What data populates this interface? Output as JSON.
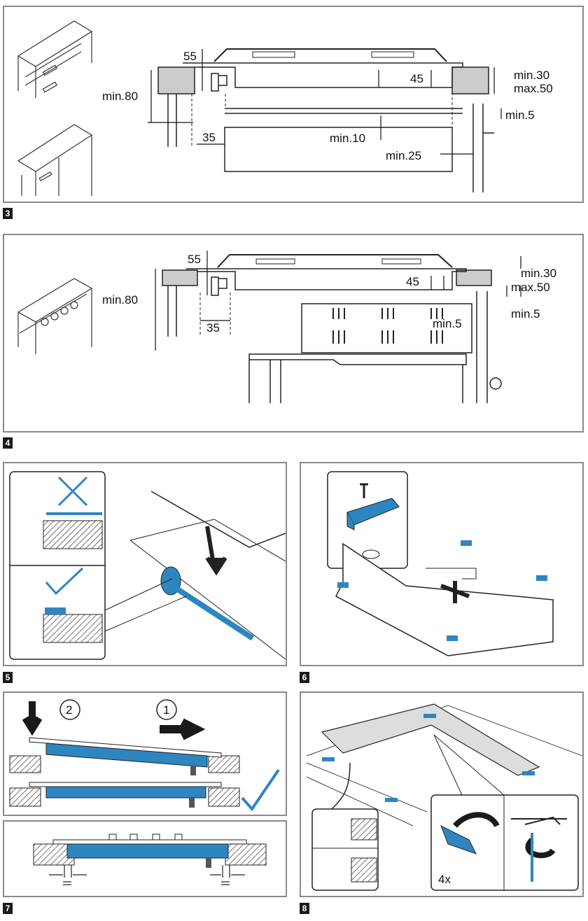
{
  "figures": [
    {
      "number": "3",
      "labels": {
        "d55": "55",
        "min80": "min.80",
        "d45": "45",
        "min30": "min.30",
        "max50": "max.50",
        "min5": "min.5",
        "d35": "35",
        "min10": "min.10",
        "min25": "min.25"
      }
    },
    {
      "number": "4",
      "labels": {
        "d55": "55",
        "min80": "min.80",
        "d45": "45",
        "min30": "min.30",
        "max50": "max.50",
        "min5a": "min.5",
        "min5b": "min.5",
        "d35": "35"
      }
    },
    {
      "number": "5"
    },
    {
      "number": "6"
    },
    {
      "number": "7",
      "labels": {
        "step2": "2",
        "step1": "1"
      }
    },
    {
      "number": "7"
    },
    {
      "number": "8",
      "labels": {
        "times": "4x"
      }
    }
  ],
  "colors": {
    "accent": "#2e86c1",
    "frame": "#8a8a8a",
    "ink": "#111111"
  }
}
